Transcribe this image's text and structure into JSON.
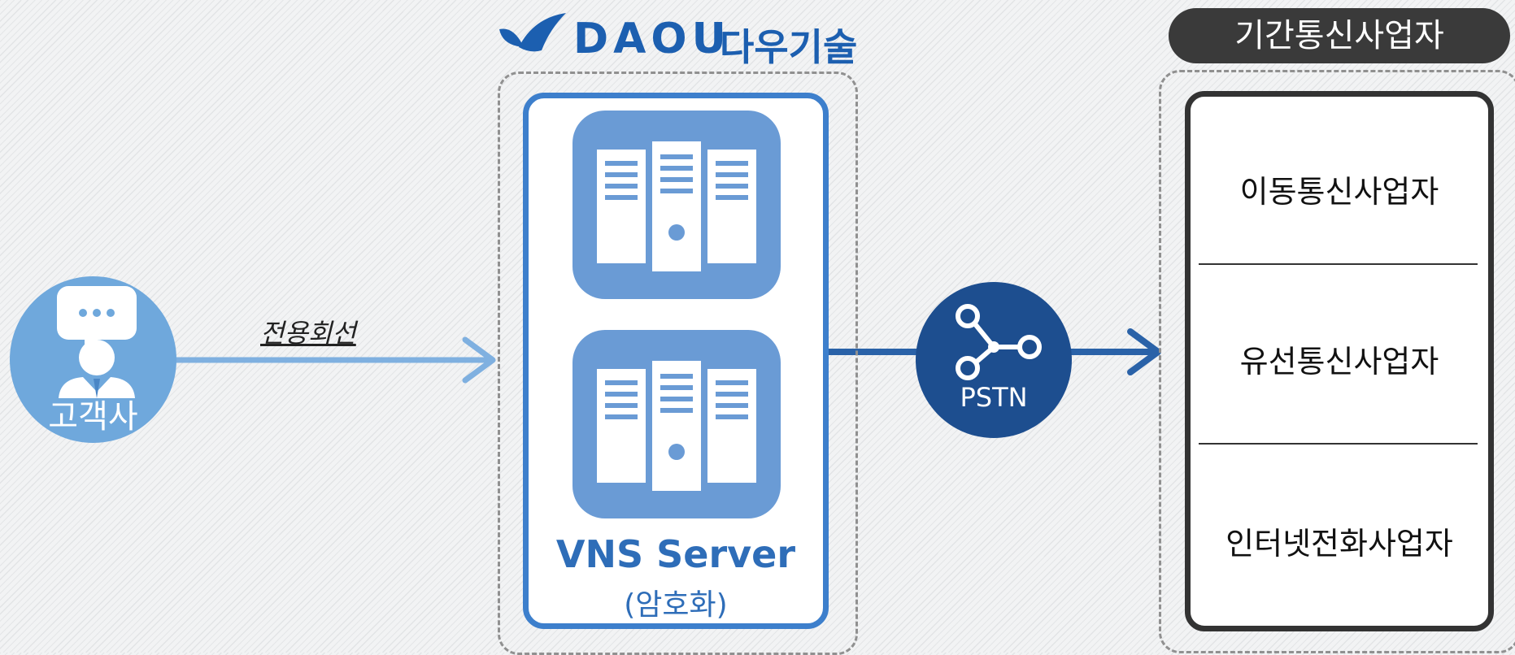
{
  "customer": {
    "label": "고객사"
  },
  "connection": {
    "label": "전용회선"
  },
  "vendor": {
    "logo_text": "DAOU",
    "logo_korean": "다우기술"
  },
  "vns_server": {
    "title": "VNS Server",
    "subtitle": "(암호화)"
  },
  "pstn": {
    "label": "PSTN"
  },
  "carriers": {
    "header": "기간통신사업자",
    "items": [
      "이동통신사업자",
      "유선통신사업자",
      "인터넷전화사업자"
    ]
  },
  "colors": {
    "customer": "#6fa8dc",
    "vns_border": "#3d7fcc",
    "server_tile": "#6a9bd5",
    "pstn": "#1d4e8f",
    "carrier_header": "#3a3a3a",
    "brand": "#1c5fb0"
  }
}
